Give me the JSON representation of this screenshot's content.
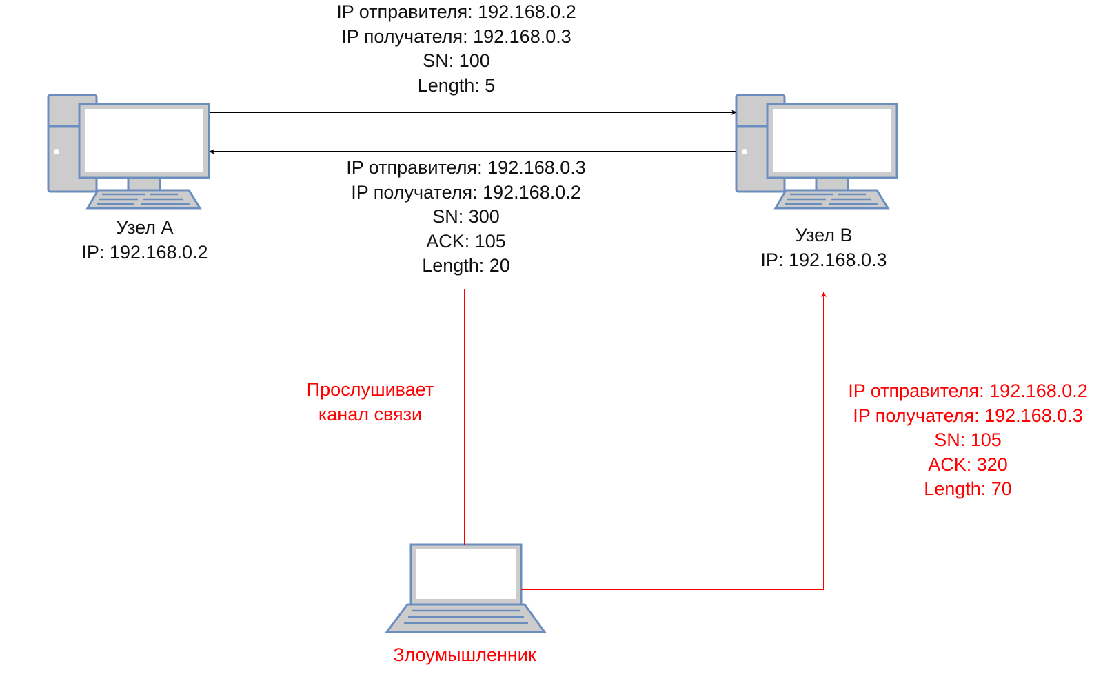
{
  "colors": {
    "device_fill": "#cccccc",
    "device_stroke": "#6c8ebf",
    "screen_fill": "#ffffff",
    "normal_link": "#000000",
    "attack_link": "#ff0000",
    "background": "#ffffff"
  },
  "icons": {
    "node_a": "desktop-computer-icon",
    "node_b": "desktop-computer-icon",
    "attacker": "laptop-icon"
  },
  "node_a": {
    "name": "Узел А",
    "ip": "IP: 192.168.0.2"
  },
  "node_b": {
    "name": "Узел В",
    "ip": "IP: 192.168.0.3"
  },
  "attacker": {
    "name": "Злоумышленник"
  },
  "packet_a_to_b": {
    "src": "IP отправителя: 192.168.0.2",
    "dst": "IP получателя: 192.168.0.3",
    "sn": "SN: 100",
    "length": "Length: 5"
  },
  "packet_b_to_a": {
    "src": "IP отправителя: 192.168.0.3",
    "dst": "IP получателя: 192.168.0.2",
    "sn": "SN: 300",
    "ack": "ACK: 105",
    "length": "Length: 20"
  },
  "sniff_label": {
    "line1": "Прослушивает",
    "line2": "канал связи"
  },
  "spoofed_packet": {
    "src": "IP отправителя: 192.168.0.2",
    "dst": "IP получателя: 192.168.0.3",
    "sn": "SN: 105",
    "ack": "ACK: 320",
    "length": "Length: 70"
  }
}
